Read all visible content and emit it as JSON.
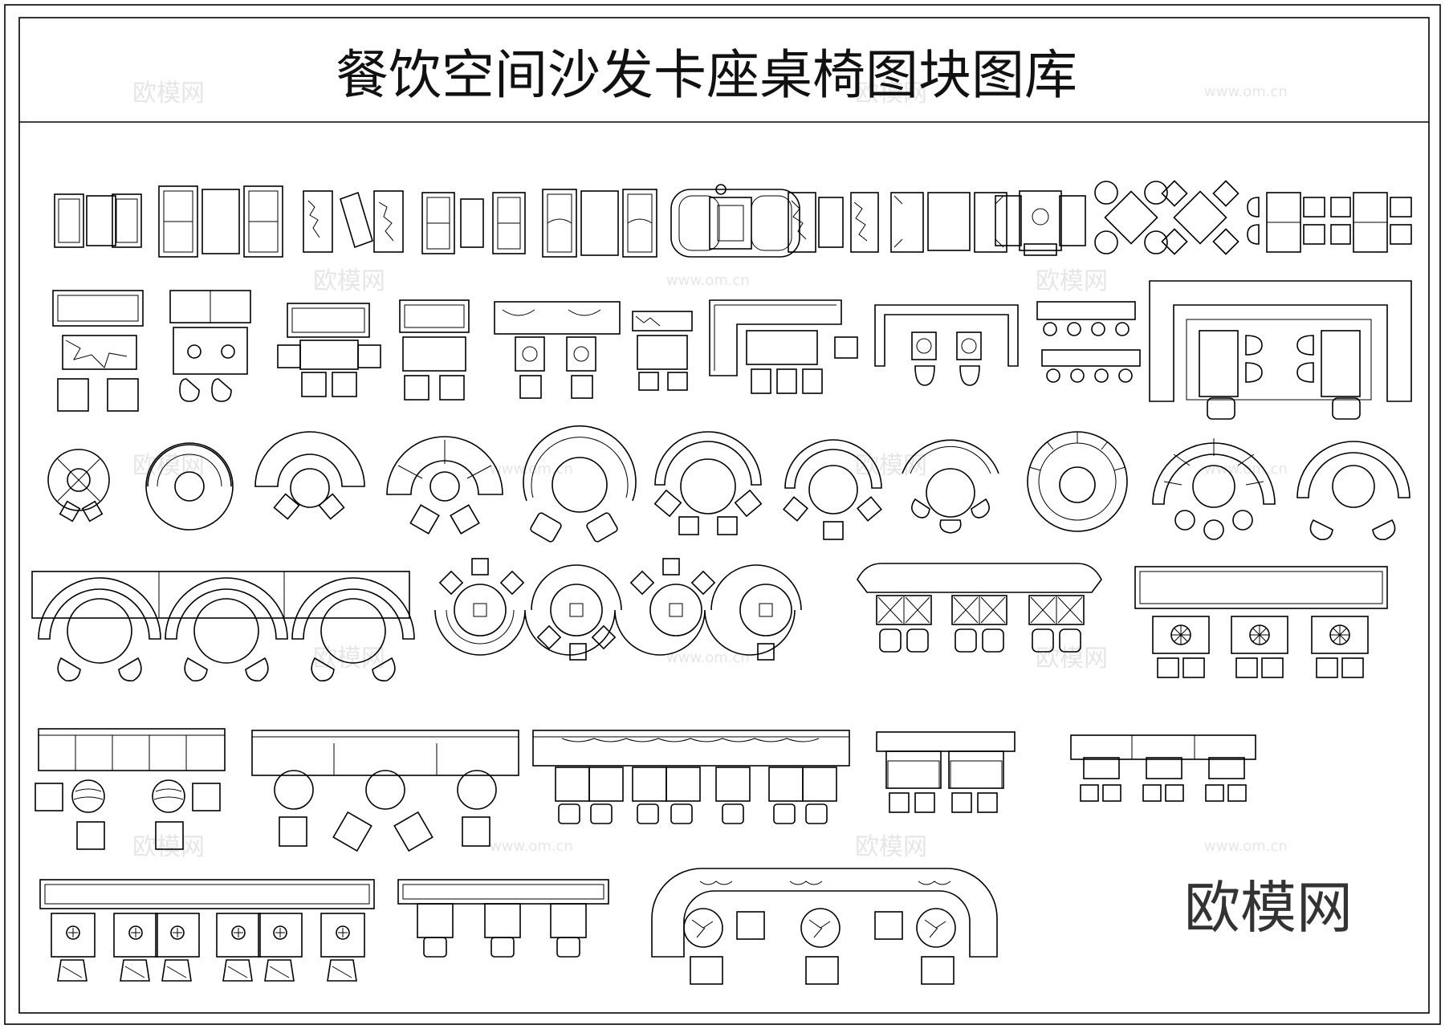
{
  "title": "餐饮空间沙发卡座桌椅图块图库",
  "brand": "欧模网",
  "watermarks": [
    "欧模网",
    "www.om.cn"
  ],
  "icons": [
    "sofa-icon",
    "armchair-icon",
    "dining-table-icon",
    "booth-seat-icon",
    "round-table-icon",
    "bar-stool-icon",
    "hotpot-table-icon"
  ],
  "colors": {
    "line": "#000000",
    "background": "#ffffff",
    "watermark": "#e6e6e6",
    "brand": "#333333"
  }
}
